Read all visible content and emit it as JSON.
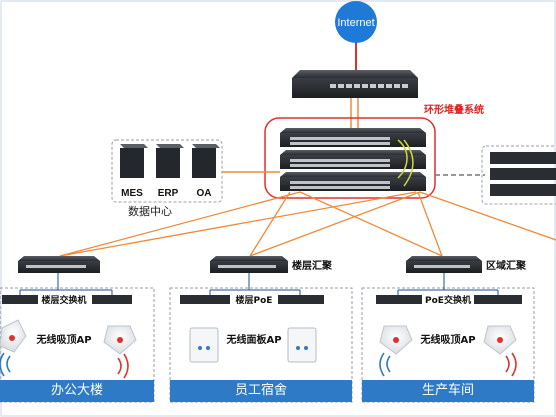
{
  "internet_label": "Internet",
  "stack_label": "环形堆叠系统",
  "servers": [
    "MES",
    "ERP",
    "OA"
  ],
  "datacenter_label": "数据中心",
  "zones": [
    {
      "agg_label": "",
      "access_label": "楼层交换机",
      "ap_label": "无线吸顶AP",
      "name": "办公大楼"
    },
    {
      "agg_label": "楼层汇聚",
      "access_label": "楼层PoE",
      "ap_label": "无线面板AP",
      "name": "员工宿舍"
    },
    {
      "agg_label": "区域汇聚",
      "access_label": "PoE交换机",
      "ap_label": "无线吸顶AP",
      "name": "生产车间"
    }
  ],
  "colors": {
    "uplink": "#f08a3a",
    "stack_ring": "#e03030",
    "zone_bar": "#2e7ac6",
    "internet": "#1e7ad6",
    "stack_text": "#e02020"
  }
}
